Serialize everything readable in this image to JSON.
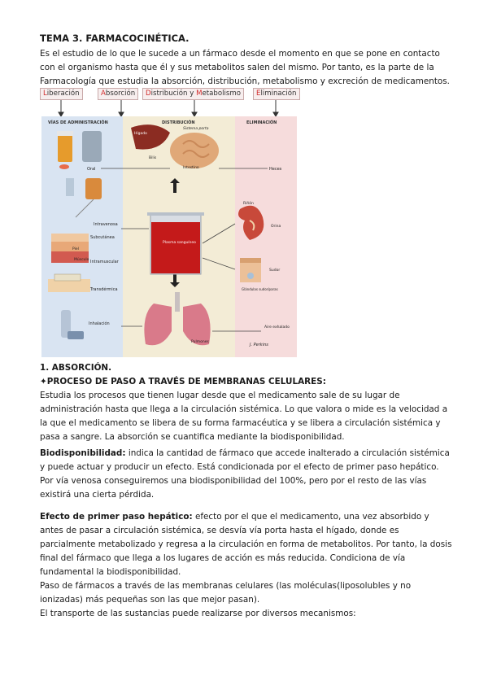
{
  "title": "TEMA 3. FARMACOCINÉTICA.",
  "intro": "Es el estudio de lo que le sucede a un fármaco desde el momento en que se pone en contacto con el organismo hasta que él y sus metabolitos salen del mismo. Por tanto, es la parte de la Farmacología que estudia la absorción, distribución, metabolismo y excreción de medicamentos.",
  "figure": {
    "top_labels": [
      {
        "cap": "L",
        "rest": "iberación"
      },
      {
        "cap": "A",
        "rest": "bsorción"
      },
      {
        "cap": "D",
        "rest": "istribución y ",
        "cap2": "M",
        "rest2": "etabolismo"
      },
      {
        "cap": "E",
        "rest": "liminación"
      }
    ],
    "columns": [
      "VÍAS DE ADMINISTRACIÓN",
      "DISTRIBUCIÓN",
      "ELIMINACIÓN"
    ],
    "labels": {
      "higado": "Hígado",
      "sistema_porta": "Sistema porta",
      "bilis": "Bilis",
      "intestino": "Intestino",
      "heces": "Heces",
      "oral": "Oral",
      "intravenosa": "Intravenosa",
      "subcutanea": "Subcutánea",
      "piel": "Piel",
      "musculo": "Músculo",
      "intramuscular": "Intramuscular",
      "transdermica": "Transdérmica",
      "inhalacion": "Inhalación",
      "plasma": "Plasma sanguíneo",
      "rinon": "Riñón",
      "orina": "Orina",
      "sudor": "Sudor",
      "glandulas": "Glándulas sudoríparas",
      "pulmones": "Pulmones",
      "aire": "Aire exhalado",
      "signature": "J. Perkins"
    }
  },
  "absorcion": {
    "heading": "1. ABSORCIÓN.",
    "subheading": "✦PROCESO DE PASO A TRAVÉS DE MEMBRANAS CELULARES:",
    "text": "Estudia los procesos que tienen lugar desde que el medicamento sale de su lugar de administración hasta que llega a la circulación sistémica. Lo que valora o mide es la velocidad a la que el medicamento se libera de su forma farmacéutica y se libera a circulación sistémica y pasa a sangre. La absorción se cuantifica mediante la biodisponibilidad."
  },
  "biodisponibilidad": {
    "term": "Biodisponibilidad:",
    "text": " indica la cantidad de fármaco que accede inalterado a circulación sistémica y puede actuar y producir un efecto. Está condicionada por el efecto de primer paso hepático.",
    "text2": "Por vía venosa conseguiremos una biodisponibilidad del 100%, pero por el resto de las vías existirá una cierta pérdida."
  },
  "primer_paso": {
    "term": "Efecto de primer paso hepático:",
    "text": " efecto por el que el medicamento, una vez absorbido y antes de pasar a circulación sistémica, se desvía vía porta hasta el hígado, donde es parcialmente metabolizado y regresa a la circulación en forma de metabolitos. Por tanto, la dosis final del fármaco que llega a los lugares de acción es más reducida. Condiciona de vía fundamental la biodisponibilidad.",
    "text2": "Paso de fármacos a través de las membranas celulares (las moléculas(liposolubles y no ionizadas) más pequeñas son las que mejor pasan).",
    "text3": "El transporte de las sustancias puede realizarse por diversos mecanismos:"
  }
}
